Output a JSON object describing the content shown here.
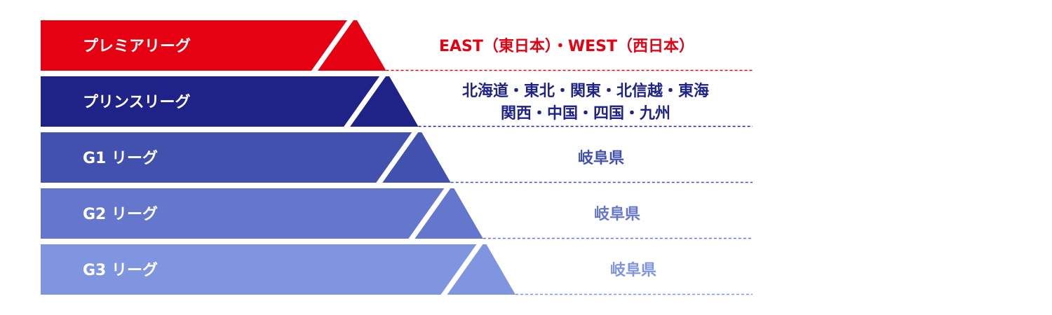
{
  "tiers": [
    {
      "label": "プレミアリーグ",
      "color": "#e50012",
      "text_color": "#e50012",
      "region_lines": [
        "EAST（東日本）・WEST（西日本）"
      ]
    },
    {
      "label": "プリンスリーグ",
      "color": "#1f2287",
      "text_color": "#1f2287",
      "region_lines": [
        "北海道・東北・関東・北信越・東海",
        "関西・中国・四国・九州"
      ]
    },
    {
      "label": "G1 リーグ",
      "color": "#4151ad",
      "text_color": "#4151ad",
      "region_lines": [
        "岐阜県"
      ]
    },
    {
      "label": "G2 リーグ",
      "color": "#6577cc",
      "text_color": "#6577cc",
      "region_lines": [
        "岐阜県"
      ]
    },
    {
      "label": "G3 リーグ",
      "color": "#7f95e0",
      "text_color": "#7f95e0",
      "region_lines": [
        "岐阜県"
      ]
    }
  ]
}
